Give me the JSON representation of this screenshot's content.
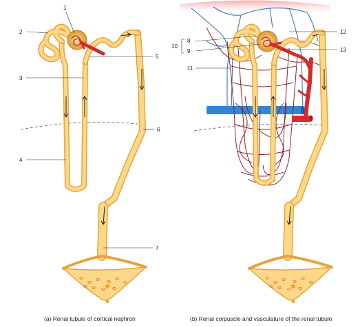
{
  "labels": {
    "n1": "1",
    "n2": "2",
    "n3": "3",
    "n4": "4",
    "n5": "5",
    "n6": "6",
    "n7": "7",
    "n8": "8",
    "n9": "9",
    "n10": "10",
    "n11": "11",
    "n12": "12",
    "n13": "13"
  },
  "captions": {
    "left": "(a) Renal tubule of cortical nephron",
    "right": "(b) Renal corpuscle and vasculature of the renal tubule"
  },
  "colors": {
    "tubule_fill": "#fcd888",
    "tubule_outline": "#e8a33a",
    "artery": "#d42b2b",
    "vein": "#2f86d6",
    "capillary": "#8e2230"
  }
}
